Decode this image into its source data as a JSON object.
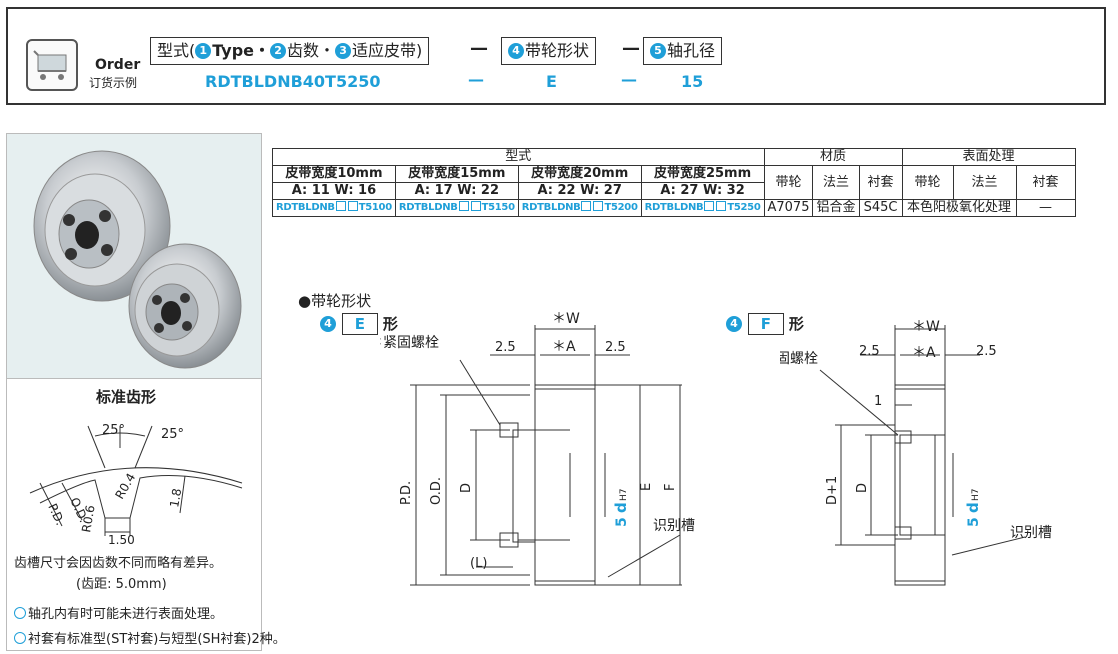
{
  "order": {
    "label_en": "Order",
    "label_cn": "订货示例",
    "type_header_prefix": "型式(",
    "type_header_n1": "1",
    "type_header_t1": "Type・",
    "type_header_n2": "2",
    "type_header_t2": "齿数・",
    "type_header_n3": "3",
    "type_header_t3": "适应皮带)",
    "shape_header_n": "4",
    "shape_header_t": "带轮形状",
    "bore_header_n": "5",
    "bore_header_t": "轴孔径",
    "dash": "—",
    "type_value": "RDTBLDNB40T5250",
    "shape_value": "E",
    "bore_value": "15"
  },
  "table": {
    "h_type": "型式",
    "h_material": "材质",
    "h_surface": "表面处理",
    "widths": [
      {
        "label": "皮带宽度10mm",
        "aw": "A: 11  W: 16",
        "pn_pre": "RDTBLDNB",
        "pn_suf": "T5100"
      },
      {
        "label": "皮带宽度15mm",
        "aw": "A: 17  W: 22",
        "pn_pre": "RDTBLDNB",
        "pn_suf": "T5150"
      },
      {
        "label": "皮带宽度20mm",
        "aw": "A: 22  W: 27",
        "pn_pre": "RDTBLDNB",
        "pn_suf": "T5200"
      },
      {
        "label": "皮带宽度25mm",
        "aw": "A: 27  W: 32",
        "pn_pre": "RDTBLDNB",
        "pn_suf": "T5250"
      }
    ],
    "mat_cols": [
      "带轮",
      "法兰",
      "衬套"
    ],
    "surf_cols": [
      "带轮",
      "法兰",
      "衬套"
    ],
    "mat_vals": [
      "A7075",
      "铝合金",
      "S45C"
    ],
    "surf_val": "本色阳极氧化处理",
    "surf_bush": "—"
  },
  "tooth": {
    "title": "标准齿形",
    "angle1": "25°",
    "angle2": "25°",
    "r04": "R0.4",
    "r06": "R0.6",
    "od": "O.D.",
    "pd": "P.D.",
    "depth": "1.8",
    "width": "1.50",
    "note1": "齿槽尺寸会因齿数不同而略有差异。",
    "note2": "(齿距: 5.0mm)"
  },
  "tips": [
    "轴孔内有时可能未进行表面处理。",
    "衬套有标准型(ST衬套)与短型(SH衬套)2种。"
  ],
  "shape": {
    "title": "●带轮形状",
    "e_num": "4",
    "e_letter": "E",
    "f_num": "4",
    "f_letter": "F",
    "xing": "形",
    "w": "＊W",
    "a": "＊A",
    "d25": "2.5",
    "screw": "＊紧固螺栓",
    "pd": "P.D.",
    "od": "O.D.",
    "D": "D",
    "E": "E",
    "F": "F",
    "dh7_n": "5",
    "dh7": "d",
    "h7": "H7",
    "L": "(L)",
    "groove": "识别槽",
    "one": "1",
    "d1": "D+1"
  }
}
